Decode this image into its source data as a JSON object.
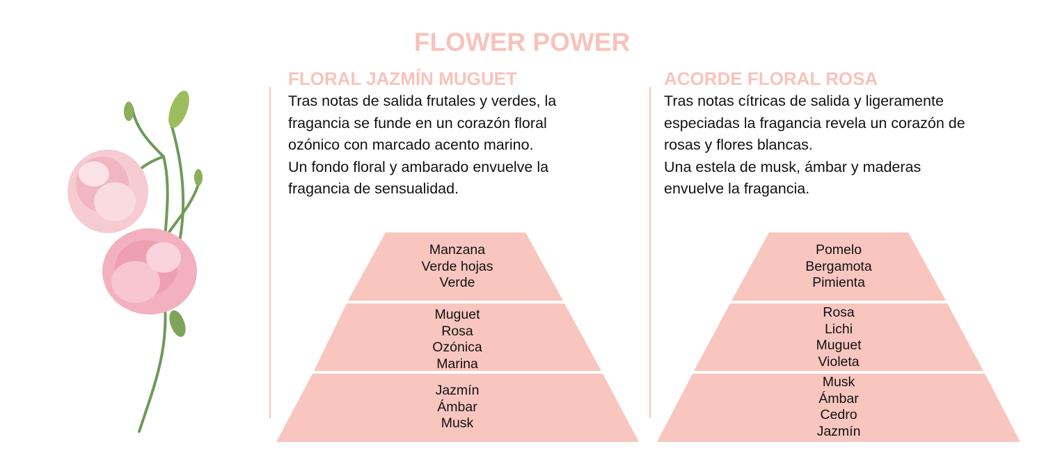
{
  "title": "FLOWER POWER",
  "colors": {
    "accent": "#f8c3bb",
    "pyramid": "#f8c6bf"
  },
  "image": {
    "icon": "pink-lisianthus-flower"
  },
  "fragrances": [
    {
      "name": "FLORAL JAZMÍN MUGUET",
      "description": "Tras notas de salida frutales y verdes, la\nfragancia se funde en un corazón floral\nozónico con marcado acento marino.\nUn fondo floral y ambarado envuelve la\nfragancia de sensualidad.",
      "top_notes": [
        "Manzana",
        "Verde hojas",
        "Verde"
      ],
      "heart_notes": [
        "Muguet",
        "Rosa",
        "Ozónica",
        "Marina"
      ],
      "base_notes": [
        "Jazmín",
        "Ámbar",
        "Musk"
      ]
    },
    {
      "name": "ACORDE FLORAL ROSA",
      "description": "Tras notas cítricas de salida y ligeramente\nespeciadas la fragancia revela un corazón de\nrosas y flores blancas.\nUna estela de musk, ámbar y maderas\nenvuelve la fragancia.",
      "top_notes": [
        "Pomelo",
        "Bergamota",
        "Pimienta"
      ],
      "heart_notes": [
        "Rosa",
        "Lichi",
        "Muguet",
        "Violeta"
      ],
      "base_notes": [
        "Musk",
        "Ámbar",
        "Cedro",
        "Jazmín"
      ]
    }
  ]
}
